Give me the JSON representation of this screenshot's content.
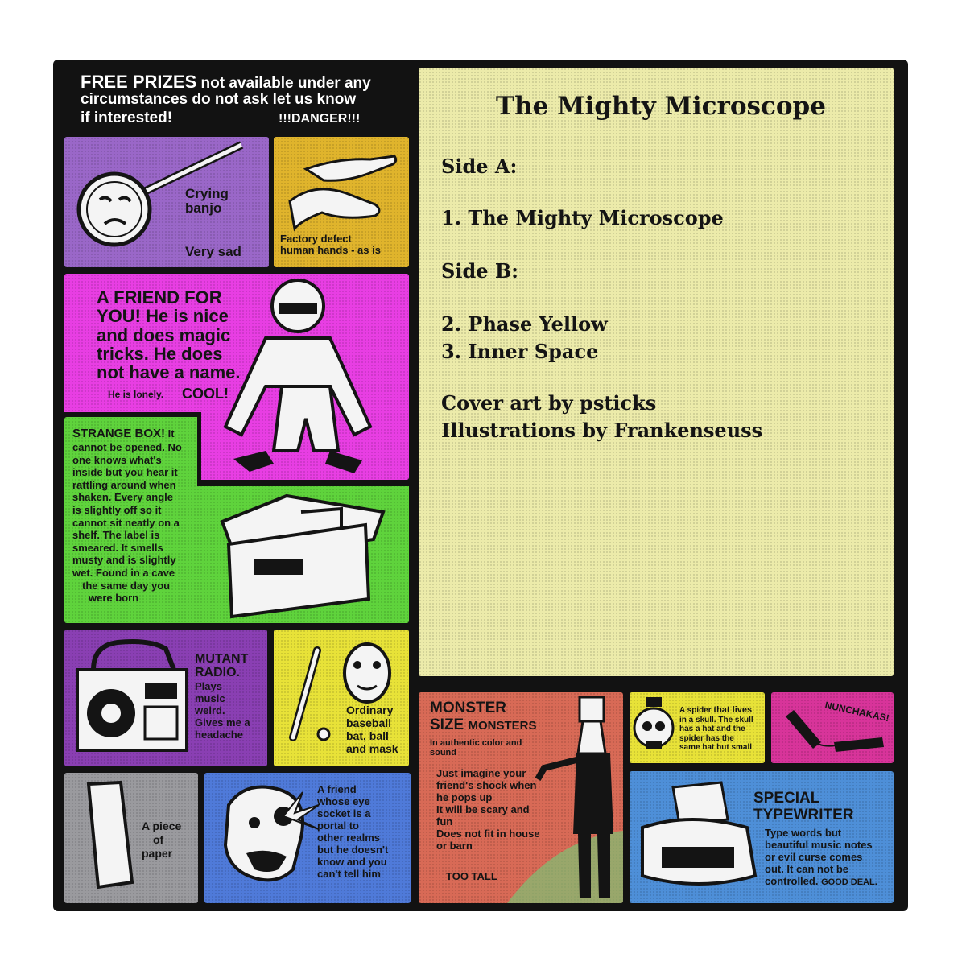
{
  "header": {
    "free_prizes": "FREE PRIZES",
    "rest_line1": "not available under any",
    "line2": "circumstances do not ask let us know",
    "line3": "if interested!",
    "danger": "!!!DANGER!!!"
  },
  "colors": {
    "purple": "#9a67c8",
    "mustard": "#e0b42c",
    "magenta": "#e83ee3",
    "green": "#5fd33c",
    "yellow": "#e8e238",
    "gray": "#9a9a9e",
    "blue": "#4f7ad9",
    "salmon": "#d86a56",
    "pink": "#d8349a",
    "cream": "#ecebaa",
    "lightblue": "#4e8fd8"
  },
  "items": {
    "banjo": {
      "line1": "Crying",
      "line2": "banjo",
      "line3": "Very sad"
    },
    "hands": {
      "line1": "Factory defect",
      "line2": "human hands - as is"
    },
    "friend": {
      "l1": "A FRIEND FOR",
      "l2": "YOU! He is nice",
      "l3": "and does magic",
      "l4": "tricks. He does",
      "l5": "not have a name.",
      "small": "He is lonely.",
      "cool": "COOL!"
    },
    "box": {
      "title": "STRANGE BOX!",
      "l1": "It",
      "l2": "cannot be opened. No",
      "l3": "one knows  what's",
      "l4": "inside but you hear it",
      "l5": "rattling around when",
      "l6": "shaken. Every angle",
      "l7": "is slightly off so it",
      "l8": "cannot sit neatly on a",
      "l9": "shelf. The label is",
      "l10": "smeared. It smells",
      "l11": "musty and is slightly",
      "l12": "wet. Found in a cave",
      "l13": "the same day you",
      "l14": "were born"
    },
    "radio": {
      "t1": "MUTANT",
      "t2": "RADIO.",
      "l1": "Plays",
      "l2": "music",
      "l3": "weird.",
      "l4": "Gives me a",
      "l5": "headache"
    },
    "bat": {
      "l1": "Ordinary",
      "l2": "baseball",
      "l3": "bat, ball",
      "l4": "and mask"
    },
    "paper": {
      "l1": "A piece",
      "l2": "of",
      "l3": "paper"
    },
    "eye": {
      "l1": "A friend",
      "l2": "whose eye",
      "l3": "socket is a",
      "l4": "portal to",
      "l5": "other realms",
      "l6": "but he doesn't",
      "l7": "know and you",
      "l8": "can't tell him"
    },
    "monster": {
      "t1": "MONSTER",
      "t2": "SIZE",
      "t3": "MONSTERS",
      "l1": "In authentic color and",
      "l2": "sound",
      "l3": "Just imagine your",
      "l4": "friend's shock when",
      "l5": "he pops up",
      "l6": "It will be scary and",
      "l7": "fun",
      "l8": "Does not fit in house",
      "l9": "or barn",
      "too_tall": "TOO TALL"
    },
    "spider": {
      "l1": "A spider",
      "l1b": "that lives",
      "l2": "in a skull. The skull",
      "l3": "has a hat and the",
      "l4": "spider has the",
      "l5": "same hat but small"
    },
    "nunchakas": {
      "label": "NUNCHAKAS!"
    },
    "typewriter": {
      "t1": "SPECIAL",
      "t2": "TYPEWRITER",
      "l1": "Type words but",
      "l2": "beautiful music notes",
      "l3": "or evil curse comes",
      "l4": "out. It can not be",
      "l5": "controlled.",
      "good": "GOOD DEAL."
    }
  },
  "tracklist": {
    "title": "The Mighty Microscope",
    "side_a": "Side A:",
    "track1": "1. The Mighty Microscope",
    "side_b": "Side B:",
    "track2": "2. Phase Yellow",
    "track3": "3. Inner Space",
    "credit1": "Cover art by psticks",
    "credit2": "Illustrations by Frankenseuss"
  }
}
